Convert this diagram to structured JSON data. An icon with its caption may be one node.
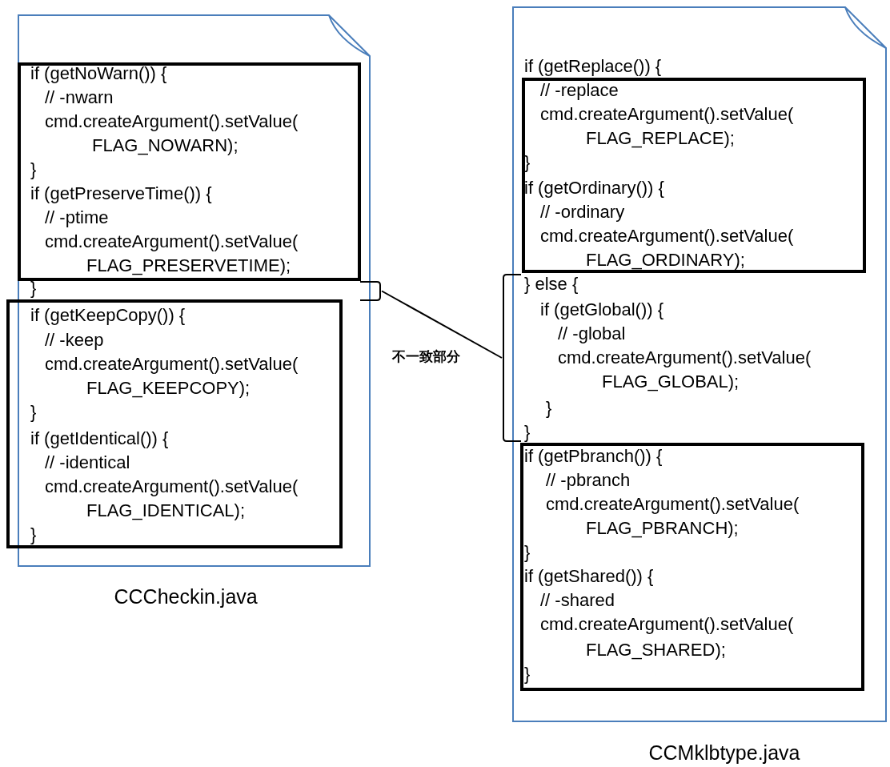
{
  "diagram": {
    "nodes": [
      {
        "text": [
          "}"
        ],
        "beside": [
          "CCCheckin.java"
        ]
      },
      {
        "text": [
          "if (getNoWarn()) {",
          "// -nwarn",
          "cmd.createArgument().setValue(",
          "FLAG_NOWARN);",
          "}",
          "if (getPreserveTime()) {",
          "// -ptime",
          "cmd.createArgument().setValue(",
          "FLAG_PRESERVETIME);"
        ],
        "in": 0
      },
      {
        "text": [
          "if (getKeepCopy()) {",
          "// -keep",
          "cmd.createArgument().setValue(",
          "FLAG_KEEPCOPY);",
          "}",
          "if (getIdentical()) {",
          "// -identical",
          "cmd.createArgument().setValue(",
          "FLAG_IDENTICAL);",
          "}"
        ],
        "in": 0
      },
      {
        "text": [],
        "shape": "bracket"
      },
      {
        "text": [
          "if (getReplace()) {",
          "} else {",
          "if (getGlobal()) {",
          "// -global",
          "cmd.createArgument().setValue(",
          "FLAG_GLOBAL);",
          "}",
          "}"
        ],
        "beside": [
          "CCMklbtype.java"
        ]
      },
      {
        "text": [
          "// -replace",
          "cmd.createArgument().setValue(",
          "FLAG_REPLACE);",
          "}",
          "if (getOrdinary()) {",
          "// -ordinary",
          "cmd.createArgument().setValue(",
          "FLAG_ORDINARY);"
        ],
        "in": 4
      },
      {
        "text": [
          "if (getPbranch()) {",
          "// -pbranch",
          "cmd.createArgument().setValue(",
          "FLAG_PBRANCH);",
          "}",
          "if (getShared()) {",
          "// -shared",
          "cmd.createArgument().setValue(",
          "FLAG_SHARED);",
          "}"
        ],
        "in": 4
      },
      {
        "text": [],
        "shape": "bracket"
      }
    ],
    "edges": [
      {
        "from": 3,
        "to": 7,
        "arrow": "none",
        "label": "不一致部分"
      }
    ]
  }
}
